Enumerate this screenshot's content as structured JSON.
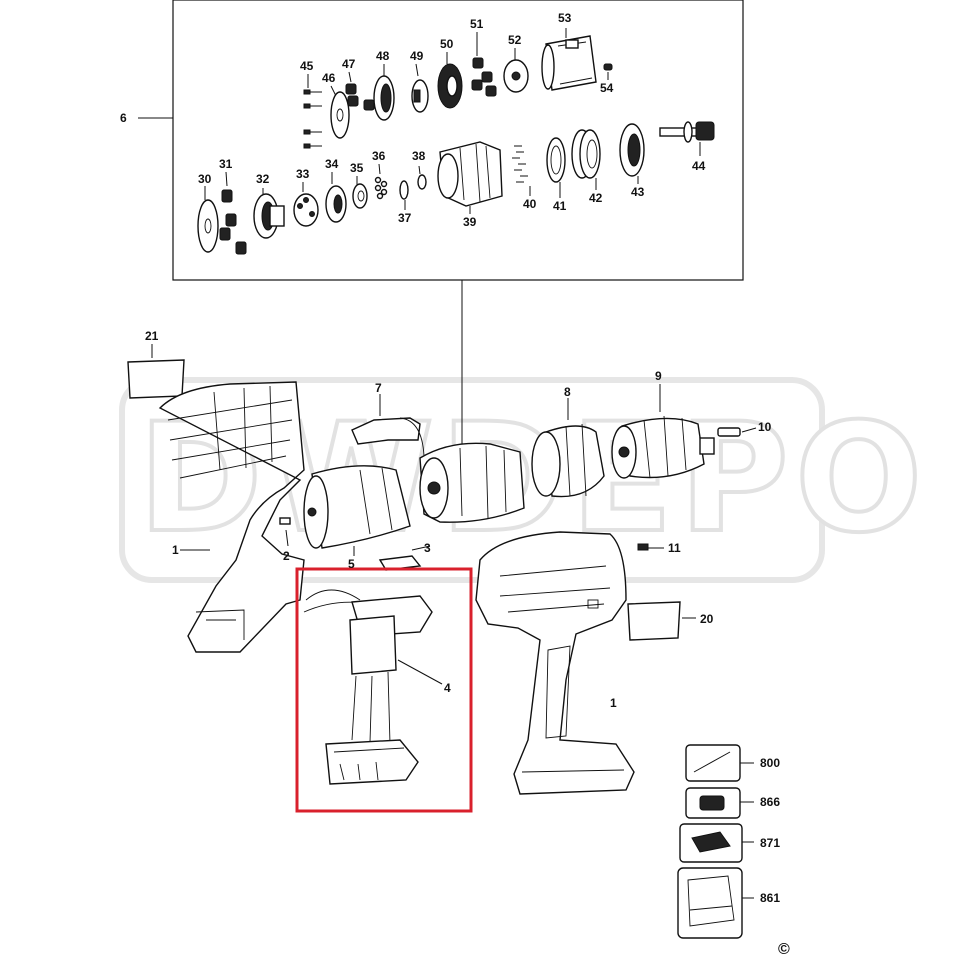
{
  "watermark": "DWDEPO",
  "copyright_symbol": "©",
  "highlight_color": "#d9202c",
  "callouts": {
    "c6": "6",
    "c45": "45",
    "c46": "46",
    "c47": "47",
    "c48": "48",
    "c49": "49",
    "c50": "50",
    "c51": "51",
    "c52": "52",
    "c53": "53",
    "c54": "54",
    "c30": "30",
    "c31": "31",
    "c32": "32",
    "c33": "33",
    "c34": "34",
    "c35": "35",
    "c36": "36",
    "c37": "37",
    "c38": "38",
    "c39": "39",
    "c40": "40",
    "c41": "41",
    "c42": "42",
    "c43": "43",
    "c44": "44",
    "c21": "21",
    "c7": "7",
    "c8": "8",
    "c9": "9",
    "c10": "10",
    "c1a": "1",
    "c2": "2",
    "c5": "5",
    "c3": "3",
    "c11": "11",
    "c4": "4",
    "c20": "20",
    "c1b": "1",
    "c800": "800",
    "c866": "866",
    "c871": "871",
    "c861": "861"
  }
}
